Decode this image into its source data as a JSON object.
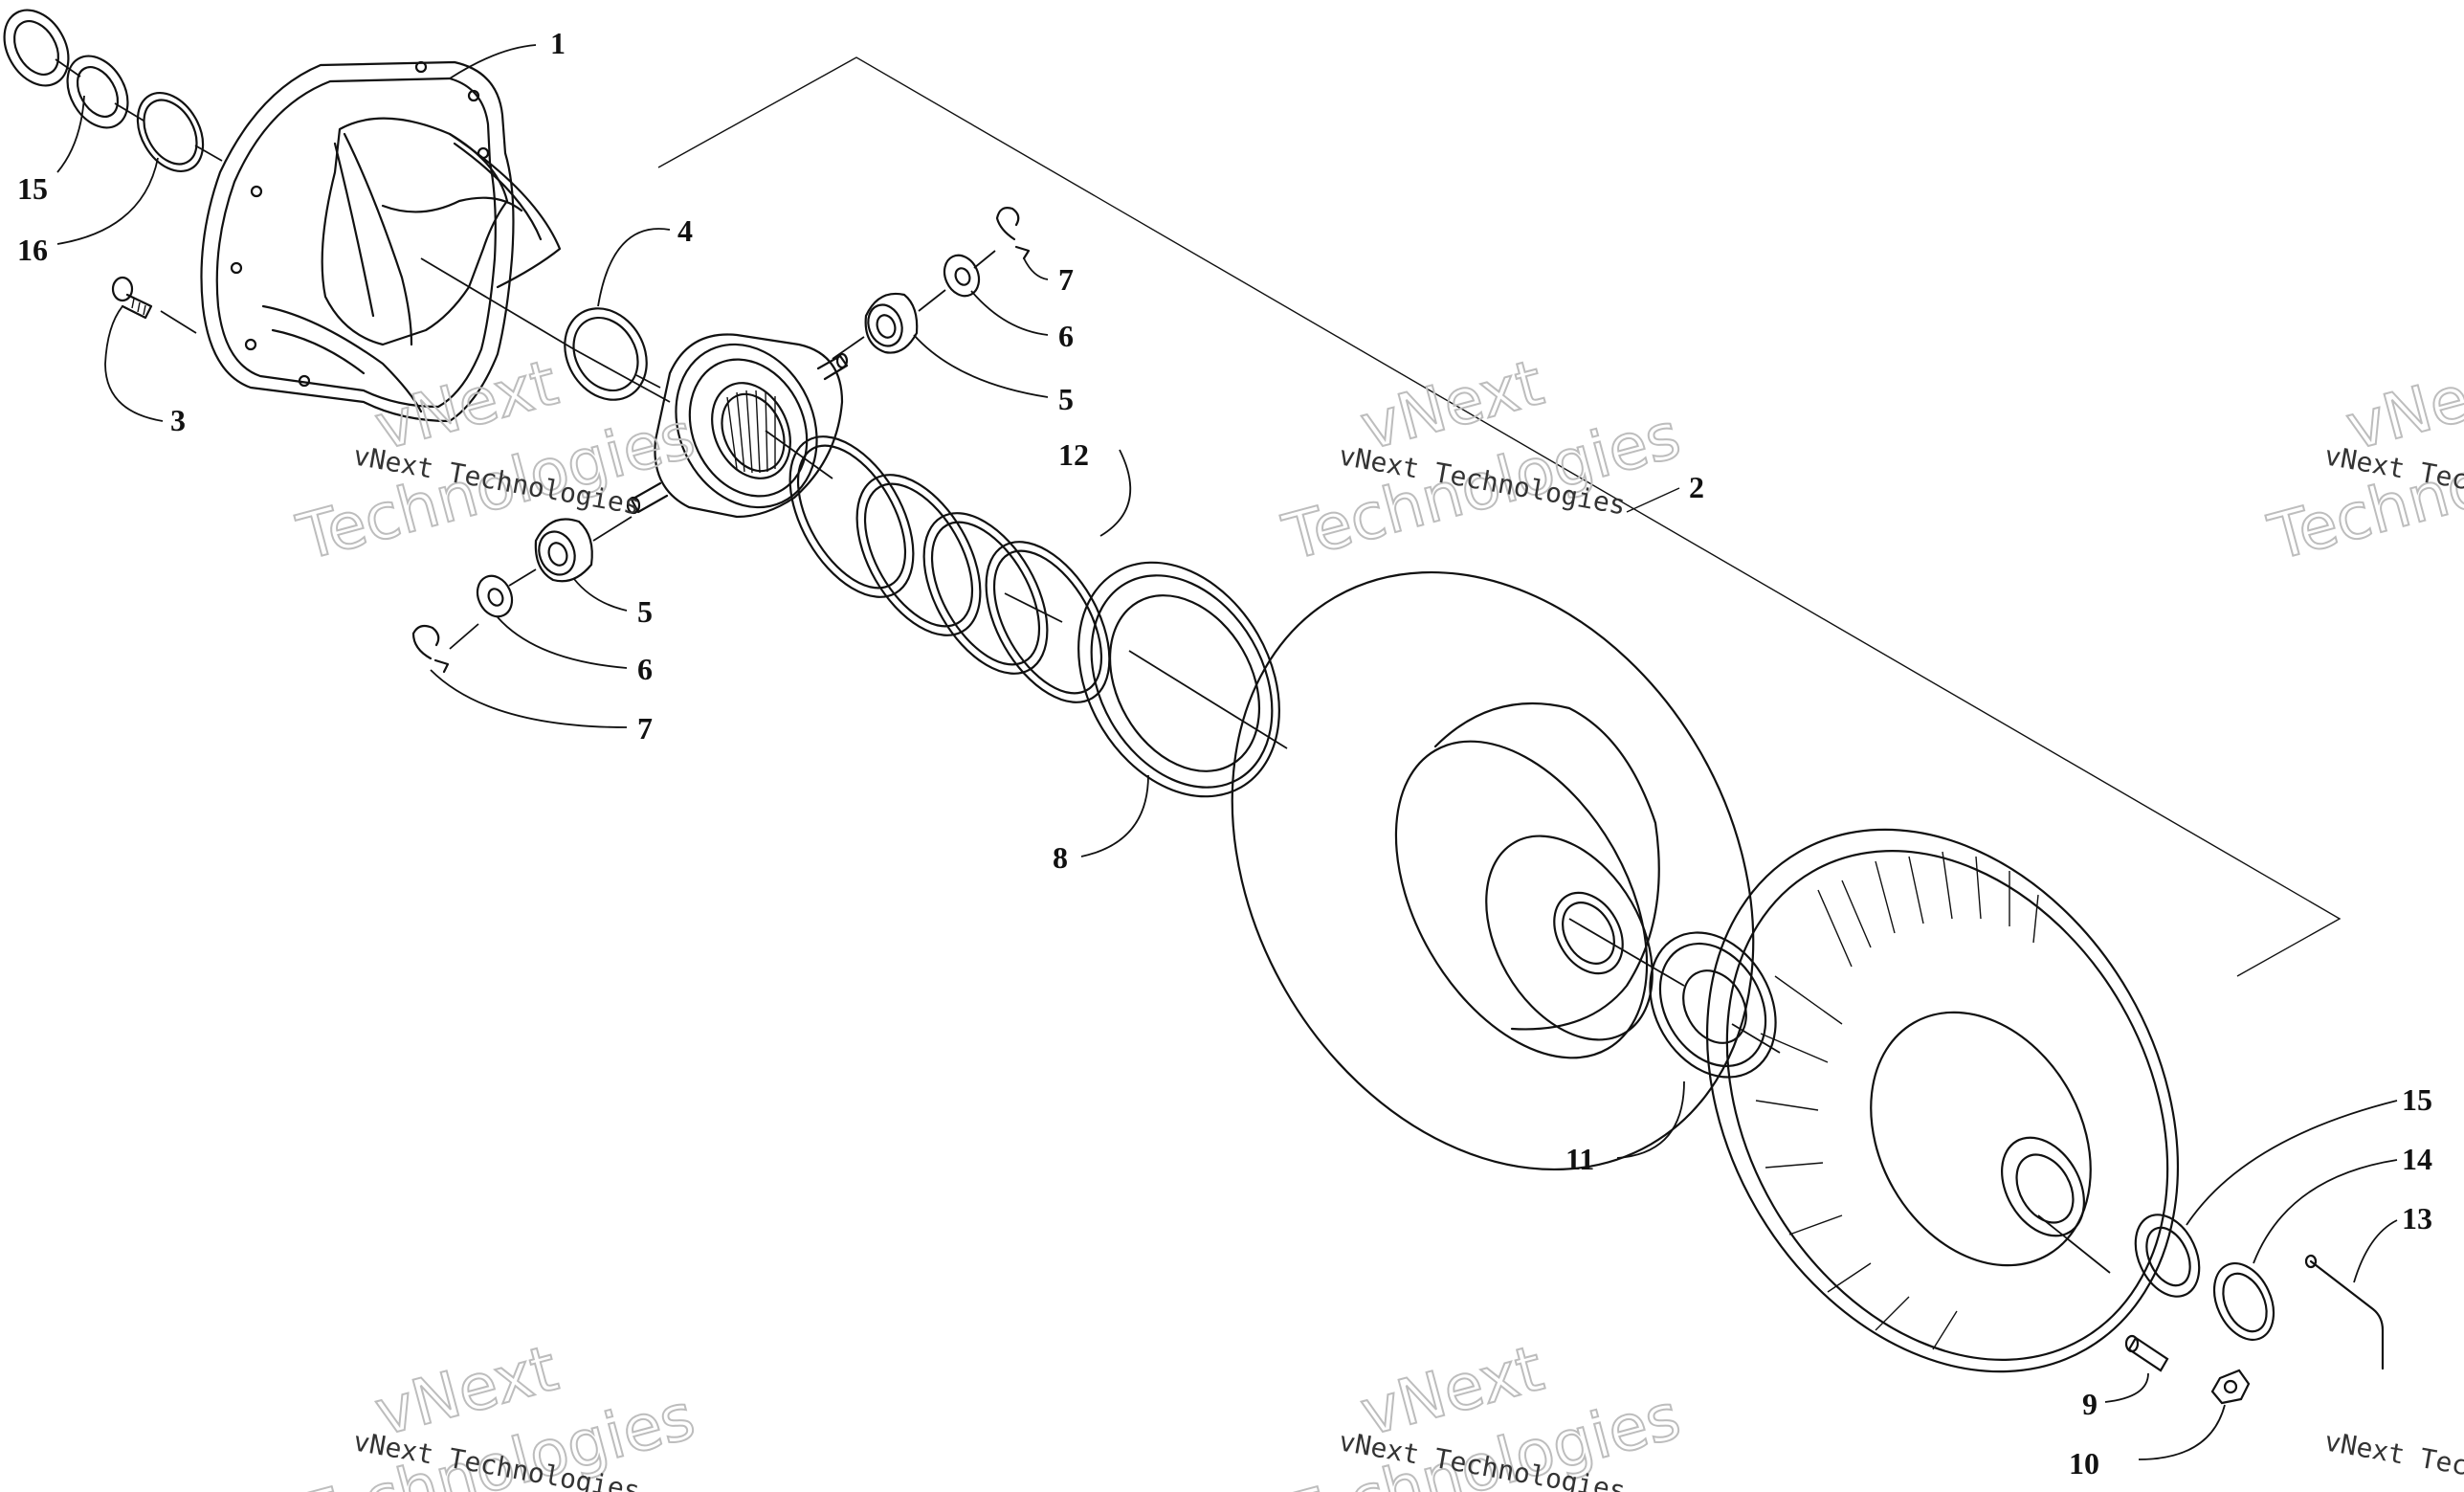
{
  "watermark": {
    "small_text": "vNext Technologies",
    "big_line1": "vNext",
    "big_line2": "Technologies"
  },
  "callouts": [
    {
      "id": "c1",
      "label": "1"
    },
    {
      "id": "c2",
      "label": "2"
    },
    {
      "id": "c3",
      "label": "3"
    },
    {
      "id": "c4",
      "label": "4"
    },
    {
      "id": "c5a",
      "label": "5"
    },
    {
      "id": "c5b",
      "label": "5"
    },
    {
      "id": "c6a",
      "label": "6"
    },
    {
      "id": "c6b",
      "label": "6"
    },
    {
      "id": "c7a",
      "label": "7"
    },
    {
      "id": "c7b",
      "label": "7"
    },
    {
      "id": "c8",
      "label": "8"
    },
    {
      "id": "c9",
      "label": "9"
    },
    {
      "id": "c10",
      "label": "10"
    },
    {
      "id": "c11",
      "label": "11"
    },
    {
      "id": "c12",
      "label": "12"
    },
    {
      "id": "c13",
      "label": "13"
    },
    {
      "id": "c14",
      "label": "14"
    },
    {
      "id": "c15a",
      "label": "15"
    },
    {
      "id": "c15b",
      "label": "15"
    },
    {
      "id": "c16",
      "label": "16"
    }
  ],
  "colors": {
    "ink": "#111111",
    "watermark": "#bdbdbd",
    "background": "#ffffff"
  }
}
